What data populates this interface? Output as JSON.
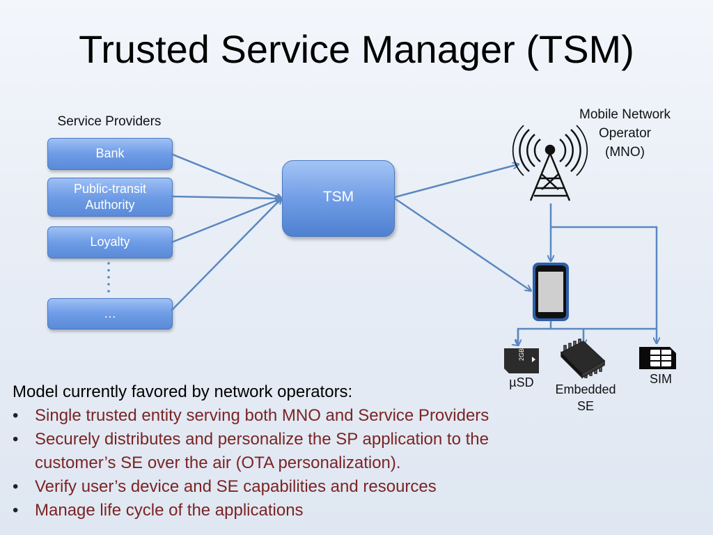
{
  "slide": {
    "title": "Trusted Service Manager (TSM)"
  },
  "diagram": {
    "service_providers_label": "Service Providers",
    "providers": [
      "Bank",
      "Public-transit\nAuthority",
      "Loyalty",
      "…"
    ],
    "tsm_label": "TSM",
    "mno_label": "Mobile Network\nOperator\n(MNO)",
    "usd_label": "µSD",
    "embedded_se_label": "Embedded\nSE",
    "sim_label": "SIM",
    "microsd_card_text": "2GB",
    "arrow_color": "#5b87c0",
    "box_color": "#6e9ce6"
  },
  "text": {
    "intro": "Model currently favored by network operators:",
    "bullets": [
      "Single trusted entity serving both MNO and Service Providers",
      "Securely distributes and personalize the SP application to the customer’s SE over the air (OTA personalization).",
      "Verify user’s device and SE capabilities and resources",
      "Manage life cycle of the applications"
    ]
  }
}
